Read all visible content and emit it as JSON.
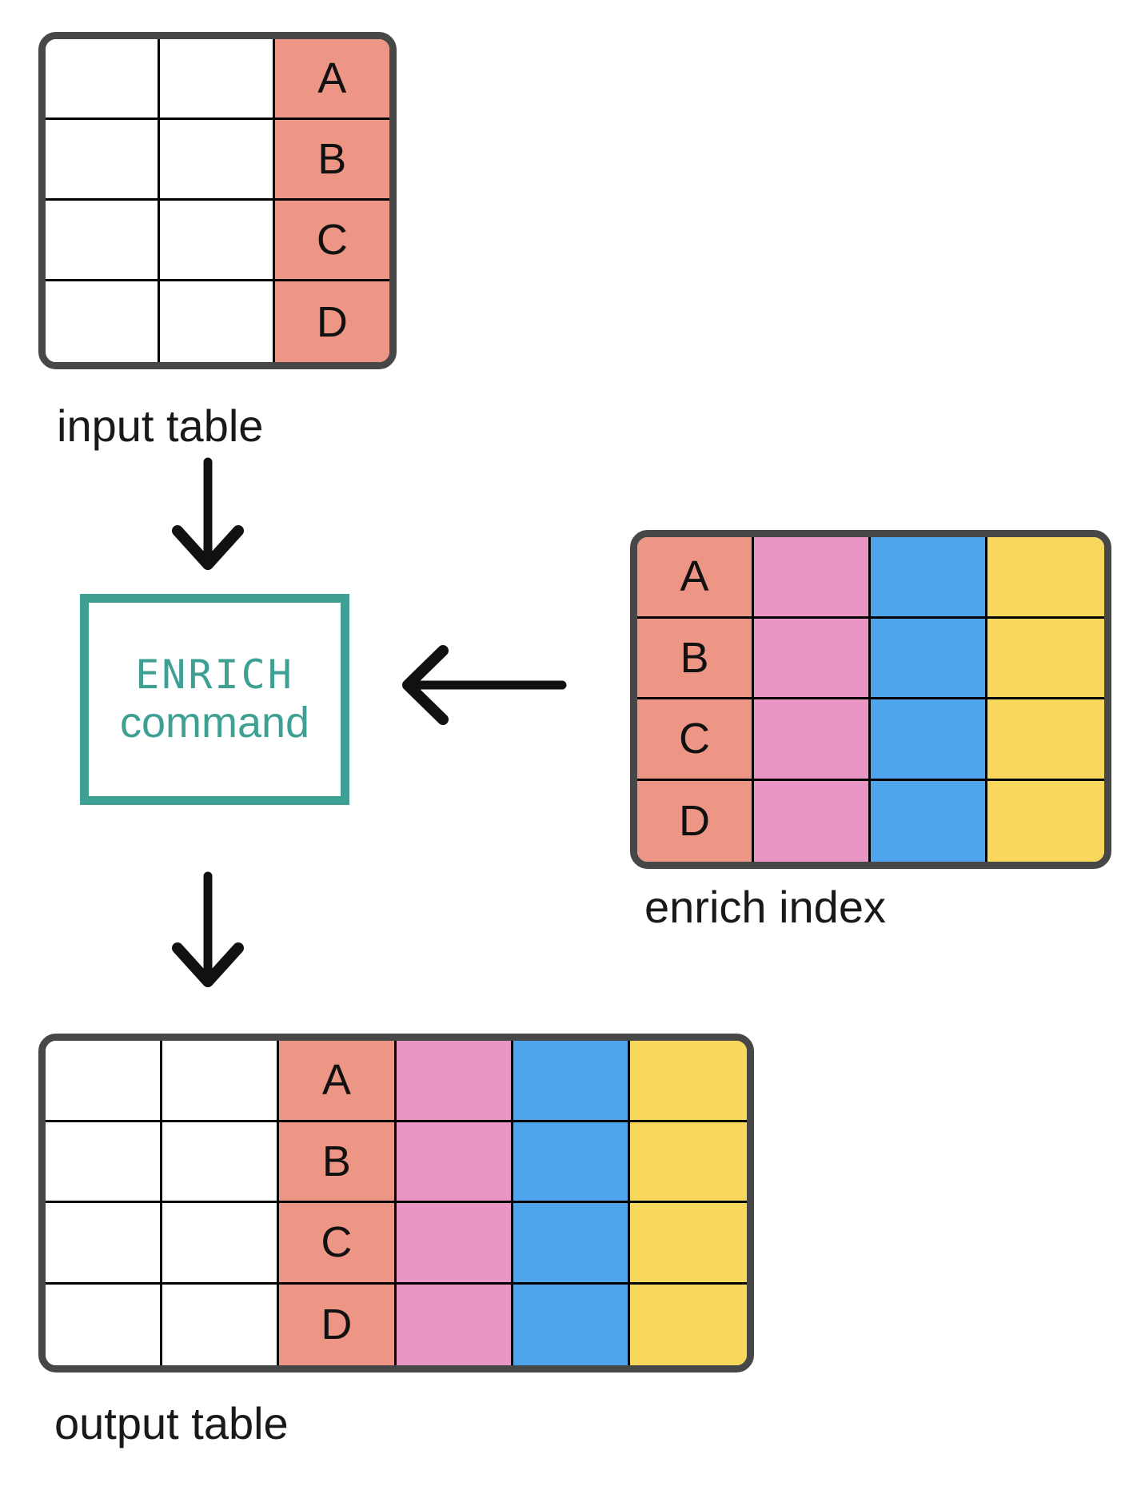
{
  "labels": {
    "input_table": "input table",
    "enrich_index": "enrich index",
    "output_table": "output table"
  },
  "command_box": {
    "title": "ENRICH",
    "subtitle": "command"
  },
  "key_letters": [
    "A",
    "B",
    "C",
    "D"
  ],
  "colors": {
    "key_column": "#EE9685",
    "pink_column": "#E996C5",
    "blue_column": "#4FA5EC",
    "yellow_column": "#F7D75C",
    "white_cell": "#FFFFFF",
    "table_outer_border": "#474747",
    "grid_line": "#000000",
    "command_accent": "#3EA092",
    "arrow": "#111111",
    "label_text": "#191919"
  },
  "tables": {
    "input": {
      "name": "input table",
      "rows": 4,
      "columns": [
        {
          "fill": "white_cell",
          "letters": false
        },
        {
          "fill": "white_cell",
          "letters": false
        },
        {
          "fill": "key_column",
          "letters": true
        }
      ]
    },
    "enrich_index": {
      "name": "enrich index",
      "rows": 4,
      "columns": [
        {
          "fill": "key_column",
          "letters": true
        },
        {
          "fill": "pink_column",
          "letters": false
        },
        {
          "fill": "blue_column",
          "letters": false
        },
        {
          "fill": "yellow_column",
          "letters": false
        }
      ]
    },
    "output": {
      "name": "output table",
      "rows": 4,
      "columns": [
        {
          "fill": "white_cell",
          "letters": false
        },
        {
          "fill": "white_cell",
          "letters": false
        },
        {
          "fill": "key_column",
          "letters": true
        },
        {
          "fill": "pink_column",
          "letters": false
        },
        {
          "fill": "blue_column",
          "letters": false
        },
        {
          "fill": "yellow_column",
          "letters": false
        }
      ]
    }
  }
}
